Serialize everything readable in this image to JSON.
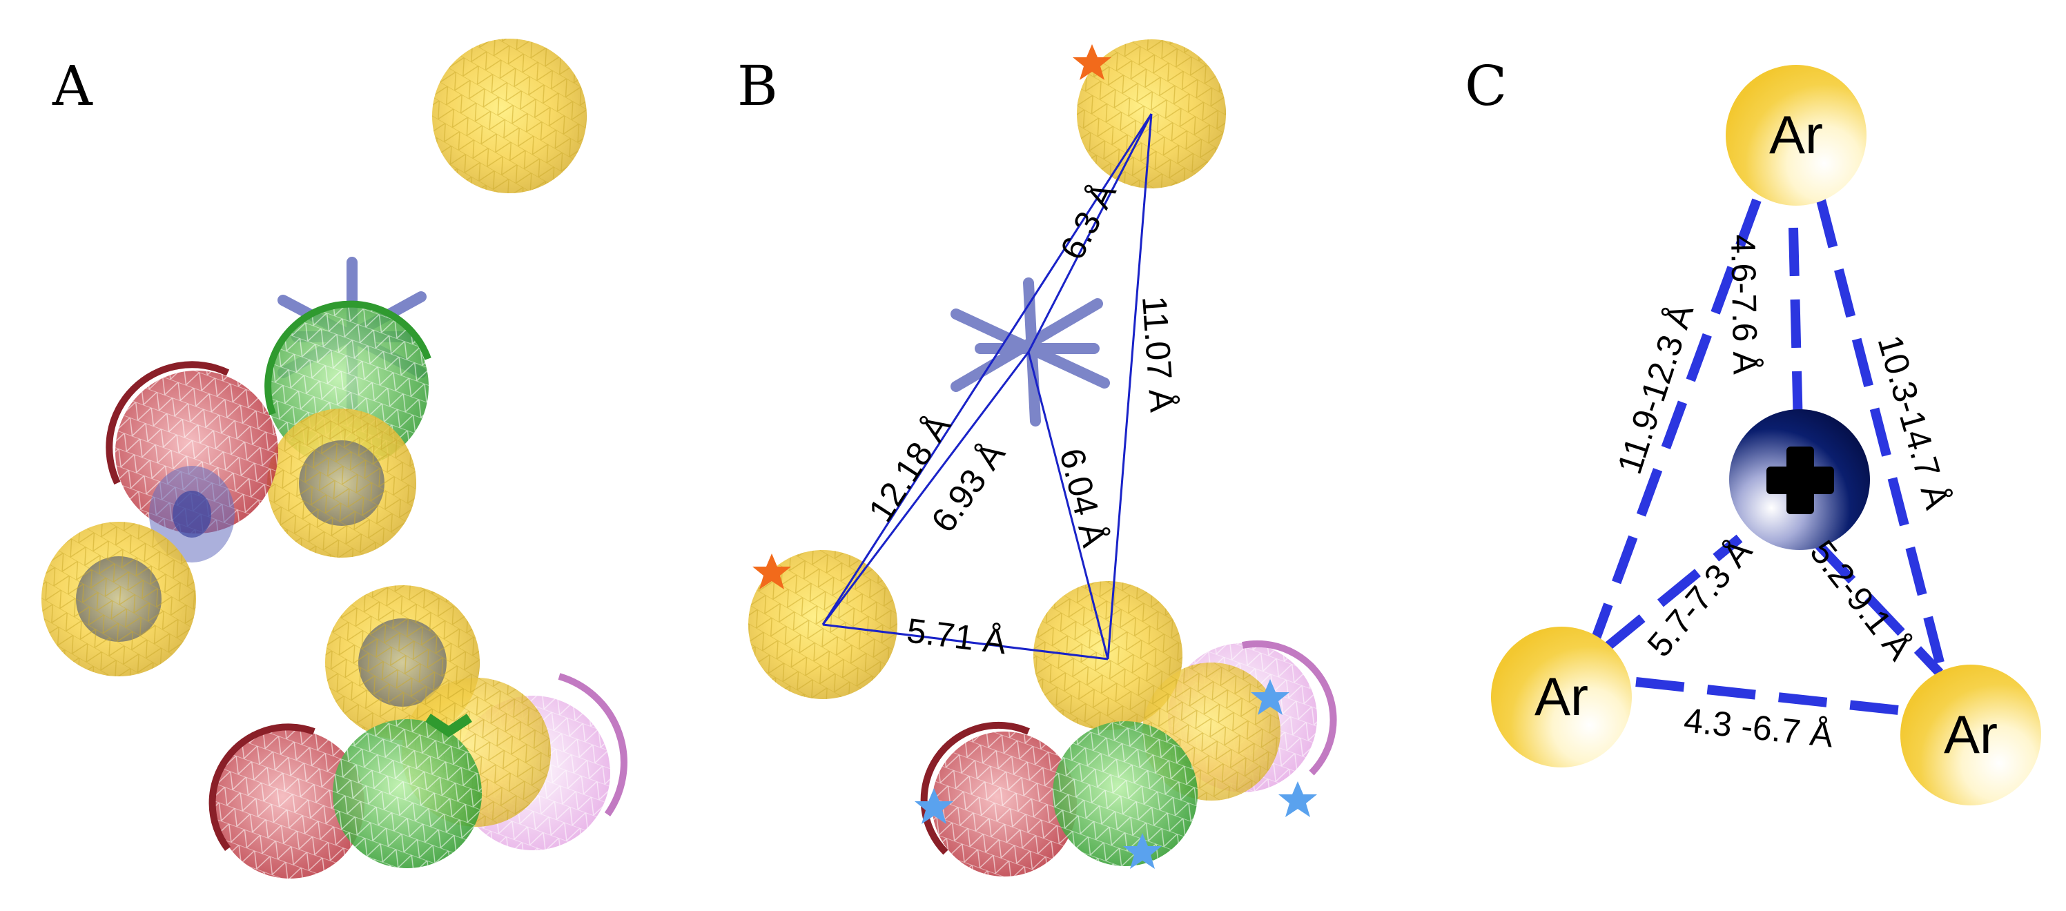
{
  "panels": {
    "a": {
      "label": "A"
    },
    "b": {
      "label": "B",
      "distances": {
        "top_to_center": "6.3 Å",
        "top_to_bottom_right": "11.07 Å",
        "left_to_top": "12.18 Å",
        "left_to_center": "6.93 Å",
        "center_to_bottom_right": "6.04 Å",
        "left_to_bottom_right": "5.71 Å"
      }
    },
    "c": {
      "label": "C",
      "aromatic_label": "Ar",
      "cation_symbol": "+",
      "distances": {
        "top_to_cation": "4.6-7.6 Å",
        "top_to_left": "11.9-12.3 Å",
        "top_to_right": "10.3-14.7 Å",
        "left_to_cation": "5.7-7.3 Å",
        "right_to_cation": "5.2-9.1 Å",
        "left_to_right": "4.3 -6.7 Å"
      }
    }
  },
  "colors": {
    "aromatic": "#f6d24a",
    "cation": "#0a1e6e",
    "distance_line": "#1a23c8",
    "dashed_line": "#2b36e0",
    "marker_orange": "#f26a1b",
    "marker_blue": "#5aa2ee",
    "acceptor_red": "#b8323c",
    "donor_green": "#2f9a2f",
    "pink": "#e5a8e5",
    "hydrophobic_blue": "#6670bf"
  }
}
